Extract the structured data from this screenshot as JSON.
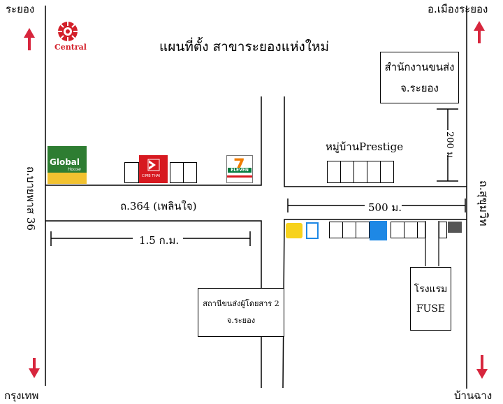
{
  "title": "แผนที่ตั้ง สาขาระยองแห่งใหม่",
  "corners": {
    "top_left": "ระยอง",
    "top_right": "อ.เมืองระยอง",
    "bottom_left": "กรุงเทพ",
    "bottom_right": "บ้านฉาง"
  },
  "roads": {
    "left_vertical": "ถ.บายพาส 36",
    "right_vertical": "ถ.สุขุมวิท",
    "horizontal": "ถ.364 (เพลินใจ)"
  },
  "distances": {
    "left_segment": "1.5 ก.ม.",
    "right_segment": "500 ม.",
    "to_office": "200 ม."
  },
  "places": {
    "transport_office_line1": "สำนักงานขนส่ง",
    "transport_office_line2": "จ.ระยอง",
    "village": "หมู่บ้านPrestige",
    "bus_station_line1": "สถานีขนส่งผู้โดยสาร 2",
    "bus_station_line2": "จ.ระยอง",
    "hotel_line1": "โรงแรม",
    "hotel_line2": "FUSE"
  },
  "logos": {
    "central": "Central",
    "global": "Global",
    "global_house": "House",
    "cimb": "CIMB THAI",
    "seven": "ELEVEN"
  },
  "colors": {
    "arrow_red": "#d7263d",
    "central_red": "#d3202a",
    "global_green": "#2e7d32",
    "global_yellow": "#f2c230",
    "cimb_red": "#d71920",
    "seven_orange": "#f07c00",
    "seven_green": "#007a3d",
    "blue_shop": "#1e88e5"
  }
}
